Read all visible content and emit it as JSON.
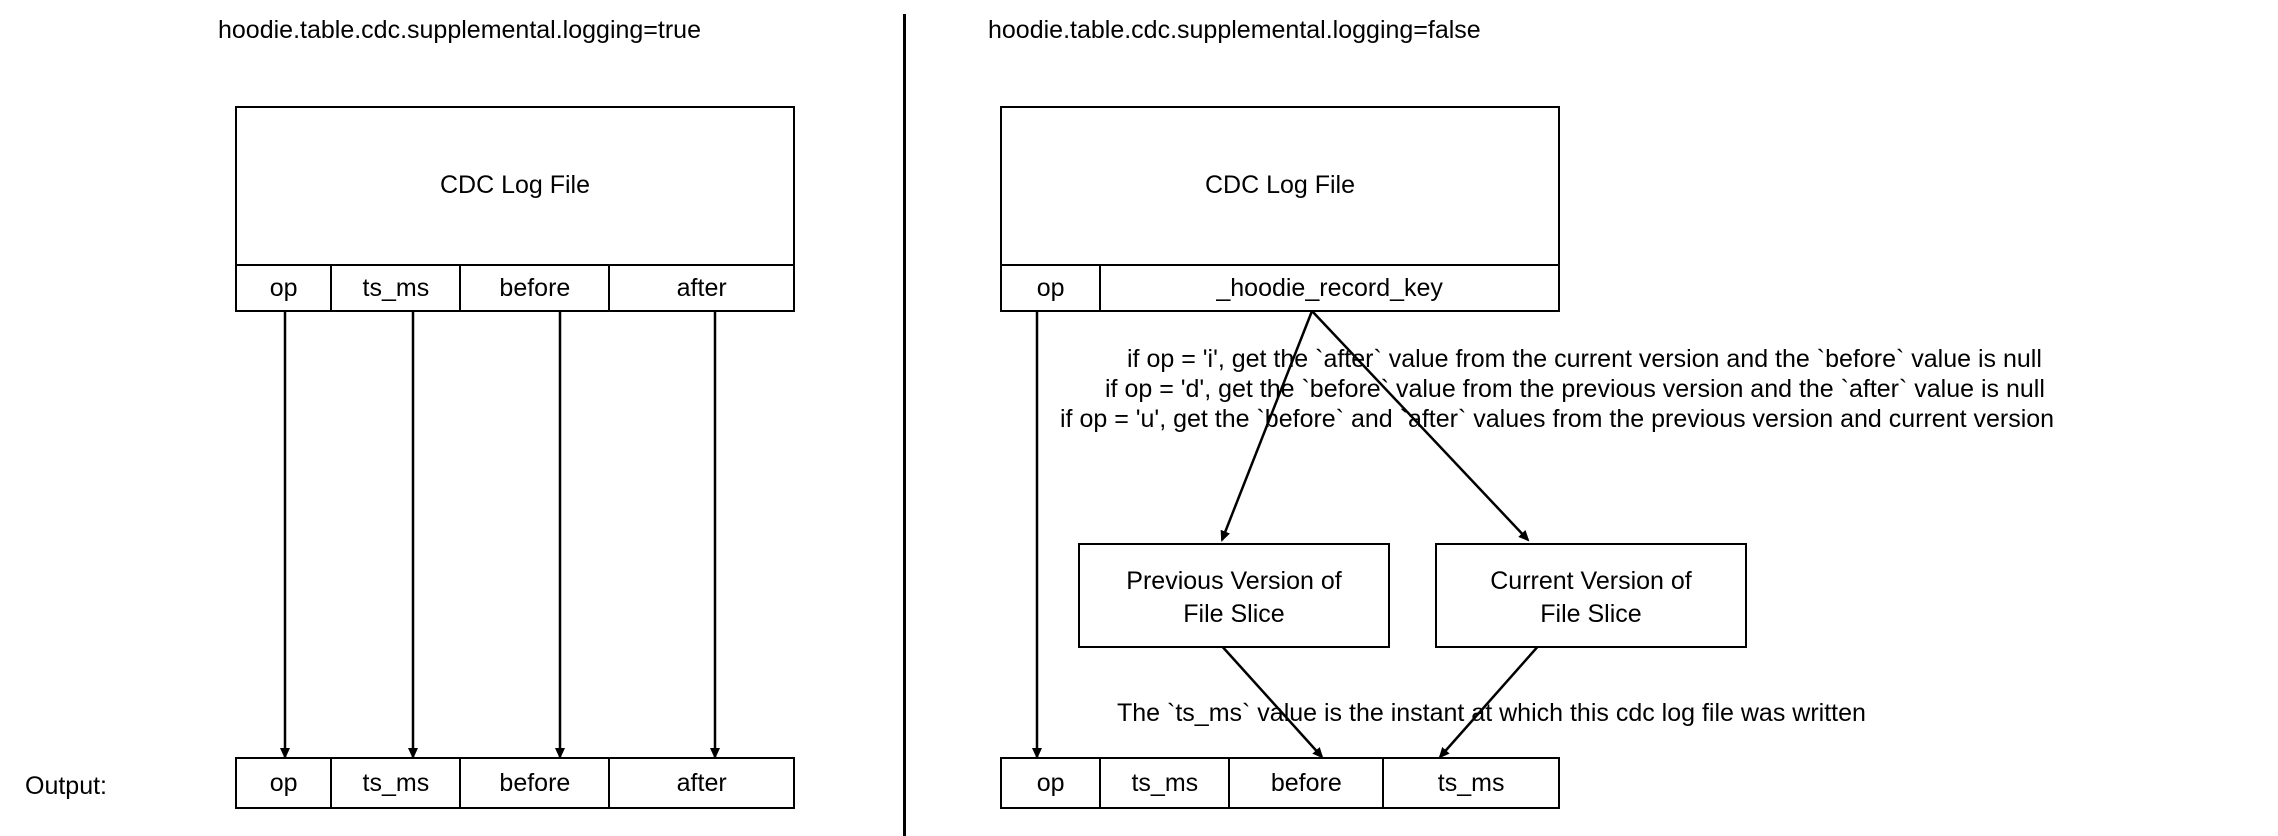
{
  "diagram": {
    "title_left": "hoodie.table.cdc.supplemental.logging=true",
    "title_right": "hoodie.table.cdc.supplemental.logging=false",
    "output_label": "Output:"
  },
  "left_panel": {
    "log_file": {
      "label": "CDC Log File",
      "columns": [
        "op",
        "ts_ms",
        "before",
        "after"
      ]
    },
    "output_row": {
      "columns": [
        "op",
        "ts_ms",
        "before",
        "after"
      ]
    }
  },
  "right_panel": {
    "log_file": {
      "label": "CDC Log File",
      "columns": [
        "op",
        "_hoodie_record_key"
      ]
    },
    "rules": [
      "if op = 'i', get the `after` value from the current version and the `before` value is null",
      "if op = 'd', get the `before` value from the previous version  and the `after` value is null",
      "if op = 'u', get the `before` and `after` values from the previous version and current version"
    ],
    "slices": [
      {
        "line1": "Previous Version of",
        "line2": "File Slice"
      },
      {
        "line1": "Current Version of",
        "line2": "File Slice"
      }
    ],
    "ts_note": "The `ts_ms` value is the instant at which this cdc log file was written",
    "output_row": {
      "columns": [
        "op",
        "ts_ms",
        "before",
        "ts_ms"
      ]
    }
  },
  "colors": {
    "stroke": "#000000",
    "background": "#ffffff"
  }
}
